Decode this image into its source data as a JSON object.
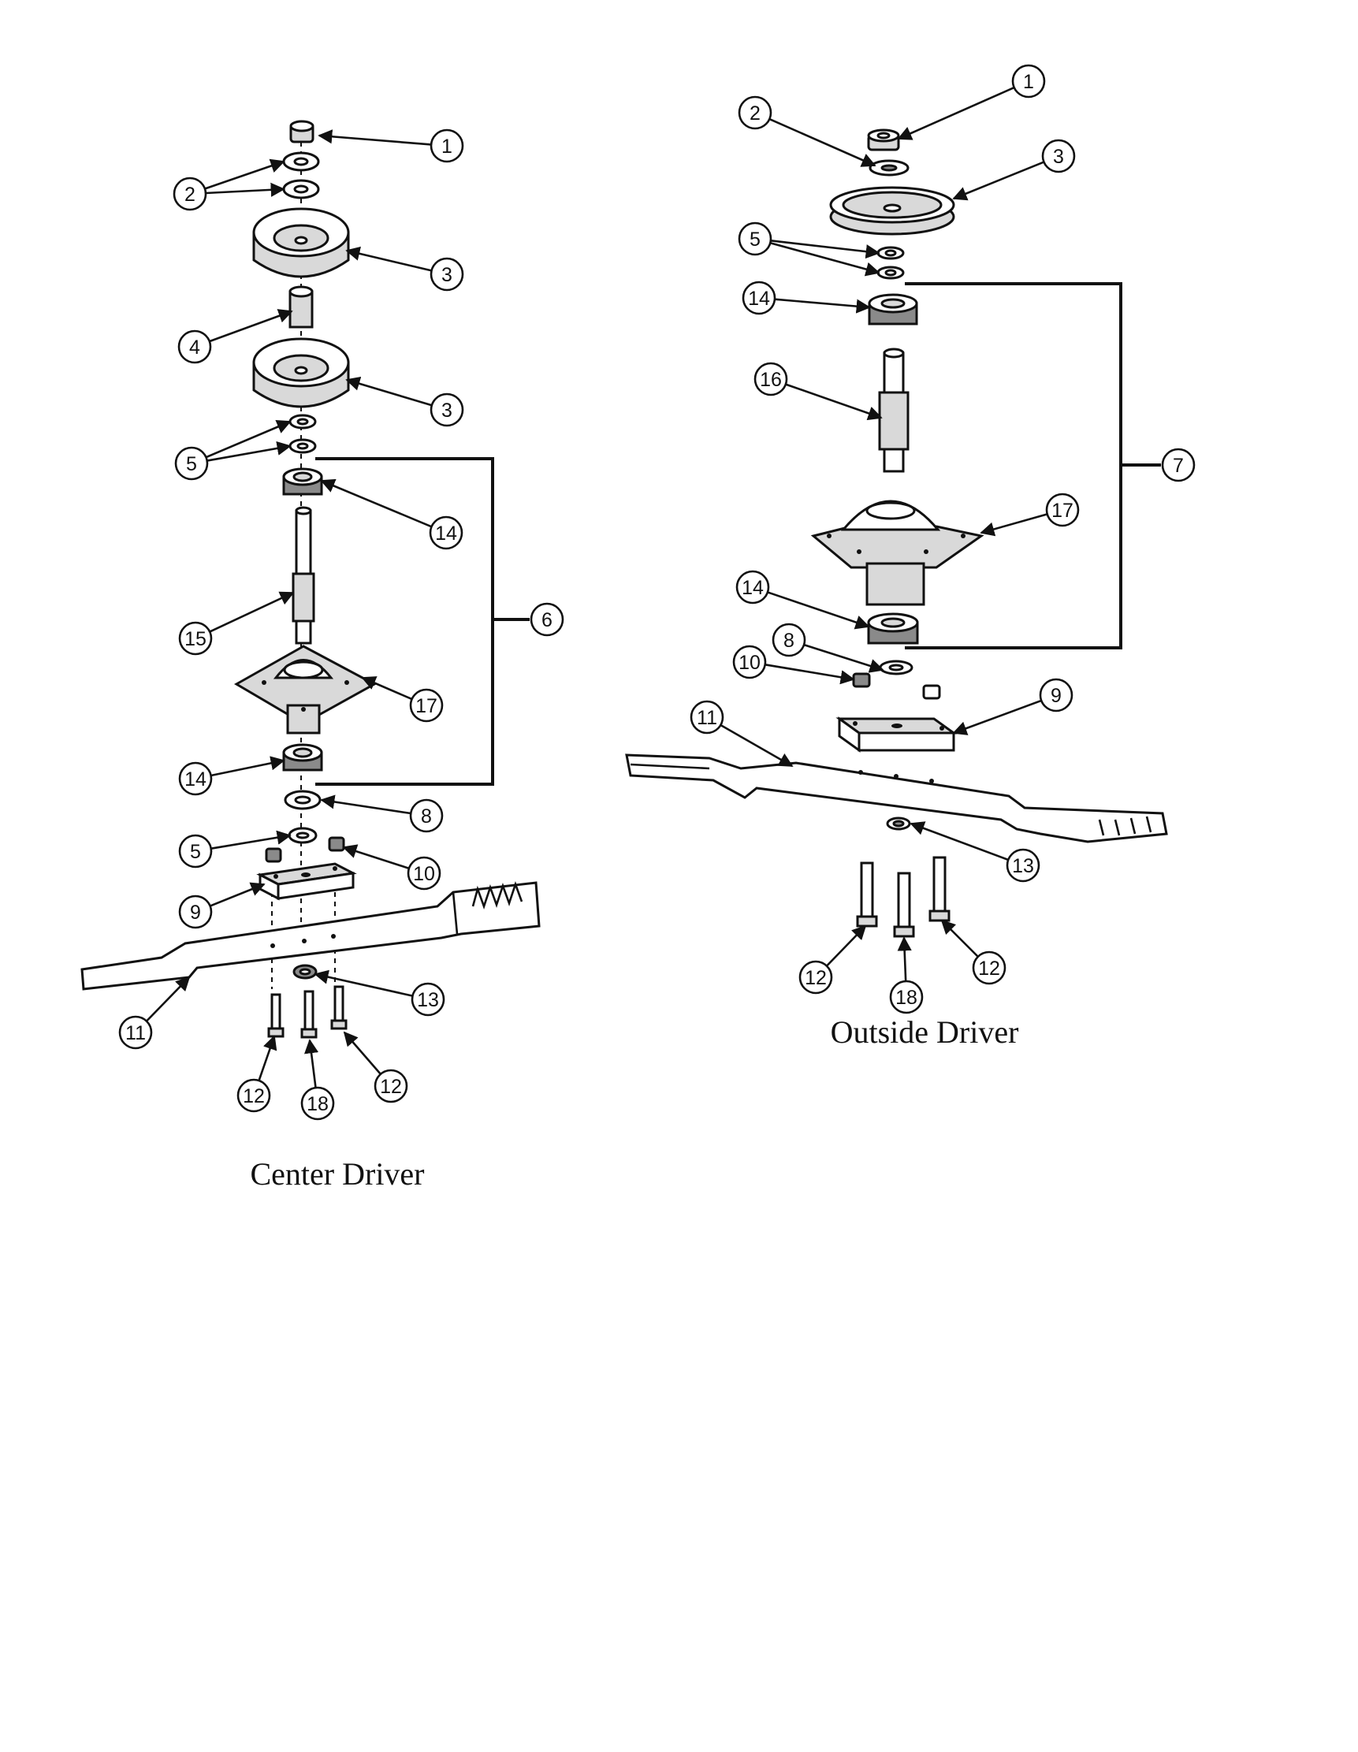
{
  "captions": {
    "center": "Center Driver",
    "outside": "Outside Driver"
  },
  "center_callouts": [
    "1",
    "2",
    "3",
    "4",
    "3",
    "5",
    "14",
    "15",
    "6",
    "17",
    "14",
    "8",
    "5",
    "10",
    "9",
    "13",
    "11",
    "12",
    "18",
    "12"
  ],
  "outside_callouts": [
    "1",
    "2",
    "3",
    "5",
    "14",
    "16",
    "7",
    "17",
    "14",
    "8",
    "10",
    "9",
    "11",
    "13",
    "12",
    "18",
    "12"
  ]
}
